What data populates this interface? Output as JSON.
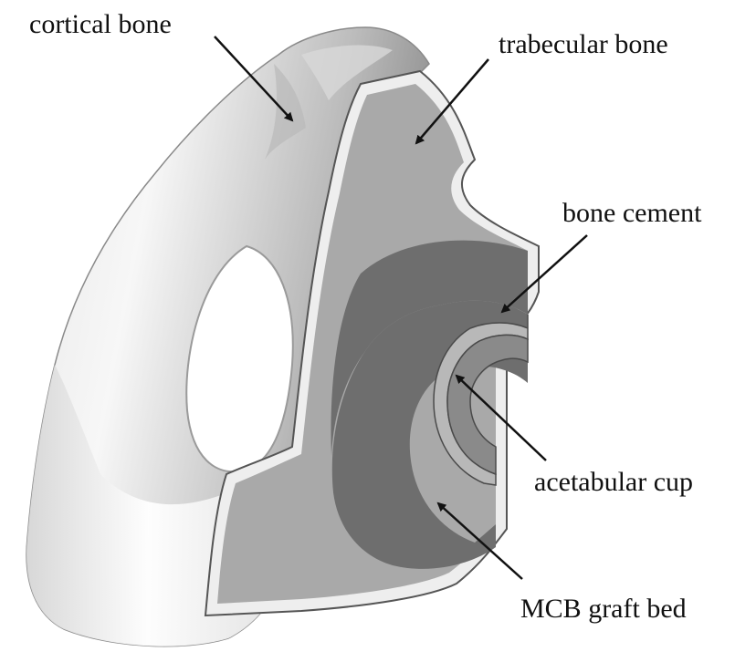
{
  "labels": {
    "cortical_bone": "cortical bone",
    "trabecular_bone": "trabecular bone",
    "bone_cement": "bone cement",
    "acetabular_cup": "acetabular cup",
    "mcb_graft_bed": "MCB graft bed"
  },
  "colors": {
    "background": "#ffffff",
    "cortical_light": "#f2f2f2",
    "cortical_shadow": "#9a9a9a",
    "trabecular": "#a9a9a9",
    "cement": "#9c9c9c",
    "graft_bed": "#6e6e6e",
    "cup": "#8a8a8a",
    "text": "#111111"
  }
}
